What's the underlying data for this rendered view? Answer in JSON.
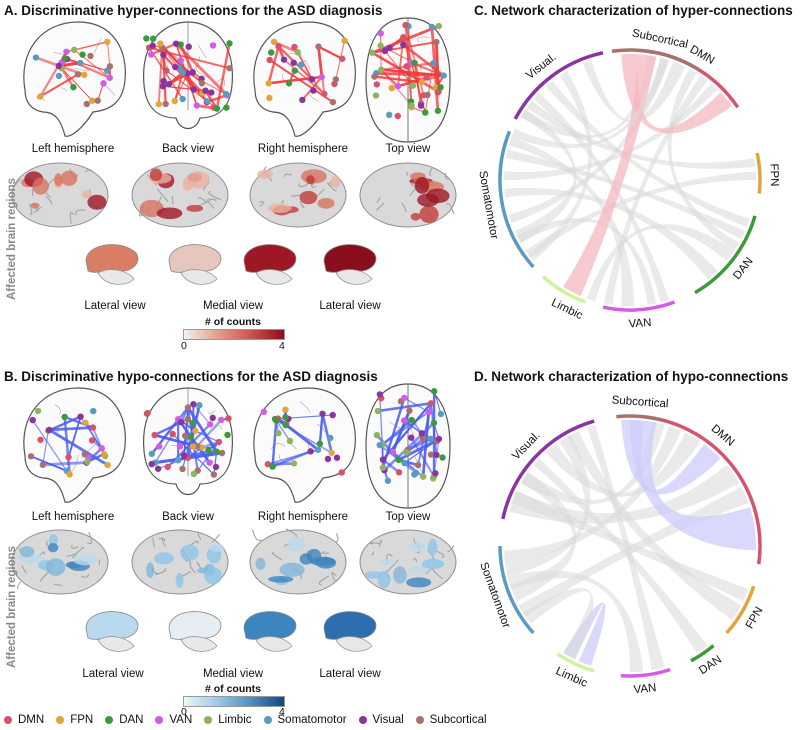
{
  "colors": {
    "DMN": "#d6536b",
    "FPN": "#e1a53b",
    "DAN": "#3b9a3a",
    "VAN": "#d45be6",
    "Limbic": "#cff29b",
    "Somatomotor": "#5a9bc1",
    "Visual": "#8a34a2",
    "Subcortical": "#a8726b",
    "hyper_edge": "#f2383a",
    "hypo_edge": "#4a5cf2",
    "hyper_ribbon": "#f4b8bf",
    "hypo_ribbon": "#cdccf9",
    "grey_ribbon": "#d8d8d8"
  },
  "panel_a": {
    "title": "A. Discriminative hyper-connections for the ASD diagnosis",
    "views": [
      "Left hemisphere",
      "Back view",
      "Right hemisphere",
      "Top view"
    ],
    "side_label": "Affected brain regions",
    "sub_views": [
      "Lateral view",
      "Medial view",
      "Lateral view"
    ],
    "colorbar": {
      "title": "# of counts",
      "min": "0",
      "max": "4"
    }
  },
  "panel_b": {
    "title": "B. Discriminative hypo-connections for the ASD diagnosis",
    "views": [
      "Left hemisphere",
      "Back view",
      "Right hemisphere",
      "Top view"
    ],
    "side_label": "Affected brain regions",
    "sub_views": [
      "Lateral view",
      "Medial view",
      "Lateral view"
    ],
    "colorbar": {
      "title": "# of counts",
      "min": "0",
      "max": "4"
    }
  },
  "panel_c": {
    "title": "C. Network characterization of hyper-connections",
    "networks": [
      "DMN",
      "FPN",
      "DAN",
      "VAN",
      "Limbic",
      "Somatomotor",
      "Visual.",
      "Subcortical"
    ]
  },
  "panel_d": {
    "title": "D. Network characterization of hypo-connections",
    "networks": [
      "DMN",
      "FPN",
      "DAN",
      "VAN",
      "Limbic",
      "Somatomotor",
      "Visual.",
      "Subcortical"
    ]
  },
  "legend": [
    "DMN",
    "FPN",
    "DAN",
    "VAN",
    "Limbic",
    "Somatomotor",
    "Visual",
    "Subcortical"
  ]
}
